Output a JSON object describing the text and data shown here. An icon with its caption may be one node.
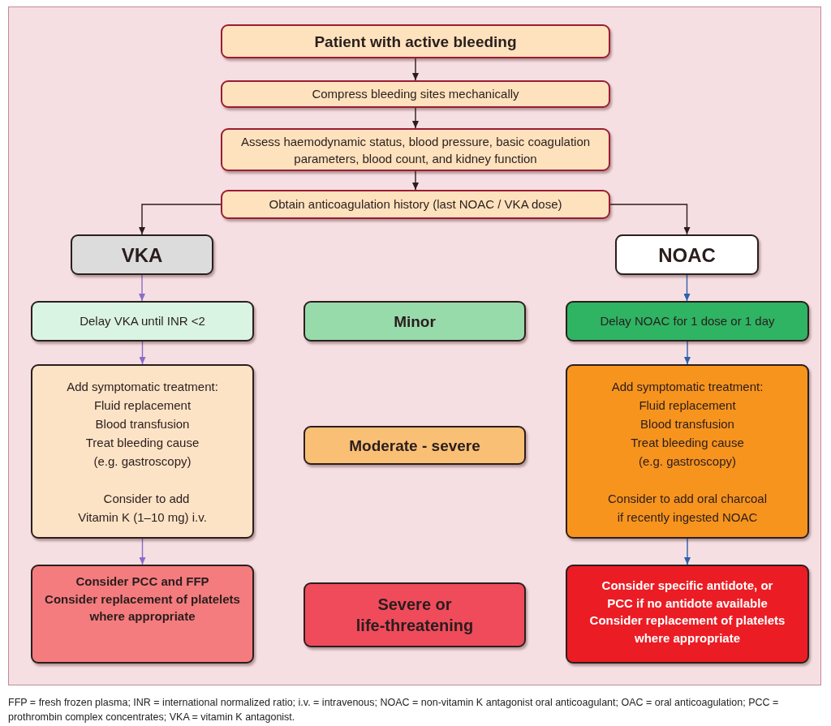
{
  "diagram": {
    "nodes": [
      {
        "text": [
          "Patient with active bleeding"
        ]
      },
      {
        "text": [
          "Compress bleeding sites mechanically"
        ]
      },
      {
        "text": [
          "Assess haemodynamic status, blood pressure, basic coagulation parameters, blood count, and kidney function"
        ]
      },
      {
        "text": [
          "Obtain anticoagulation history (last NOAC / VKA dose)"
        ]
      },
      {
        "text": [
          "VKA"
        ]
      },
      {
        "text": [
          "NOAC"
        ]
      },
      {
        "text": [
          "Delay VKA until INR <2"
        ]
      },
      {
        "text": [
          "Minor"
        ]
      },
      {
        "text": [
          "Delay NOAC for 1 dose or 1 day"
        ]
      },
      {
        "text": [
          "Add symptomatic treatment:",
          "Fluid replacement",
          "Blood transfusion",
          "Treat bleeding cause (e.g. gastroscopy)",
          "Consider to add Vitamin K (1–10 mg) i.v."
        ]
      },
      {
        "text": [
          "Moderate - severe"
        ]
      },
      {
        "text": [
          "Add symptomatic treatment:",
          "Fluid replacement",
          "Blood transfusion",
          "Treat bleeding cause (e.g. gastroscopy)",
          "Consider to add oral charcoal if recently ingested NOAC"
        ]
      },
      {
        "text": [
          "Consider PCC and FFP",
          "Consider replacement of platelets where appropriate"
        ]
      },
      {
        "text": [
          "Severe or life-threatening"
        ]
      },
      {
        "text": [
          "Consider specific antidote, or PCC if no antidote available",
          "Consider replacement of platelets where appropriate"
        ]
      }
    ],
    "edges": [
      {
        "from": 0,
        "to": 1,
        "arrow": "to"
      },
      {
        "from": 1,
        "to": 2,
        "arrow": "to"
      },
      {
        "from": 2,
        "to": 3,
        "arrow": "to"
      },
      {
        "from": 3,
        "to": 4,
        "arrow": "to"
      },
      {
        "from": 3,
        "to": 5,
        "arrow": "to"
      },
      {
        "from": 4,
        "to": 6,
        "arrow": "to",
        "color": "#8a6cc9"
      },
      {
        "from": 6,
        "to": 9,
        "arrow": "to",
        "color": "#8a6cc9"
      },
      {
        "from": 9,
        "to": 12,
        "arrow": "to",
        "color": "#8a6cc9"
      },
      {
        "from": 5,
        "to": 8,
        "arrow": "to",
        "color": "#2c5fae"
      },
      {
        "from": 8,
        "to": 11,
        "arrow": "to",
        "color": "#2c5fae"
      },
      {
        "from": 11,
        "to": 14,
        "arrow": "to",
        "color": "#2c5fae"
      }
    ],
    "caption": "FFP = fresh frozen plasma; INR = international normalized ratio; i.v. = intravenous; NOAC = non-vitamin K antagonist oral anticoagulant; OAC = oral anticoagulation; PCC = prothrombin complex concentrates; VKA = vitamin K antagonist."
  }
}
